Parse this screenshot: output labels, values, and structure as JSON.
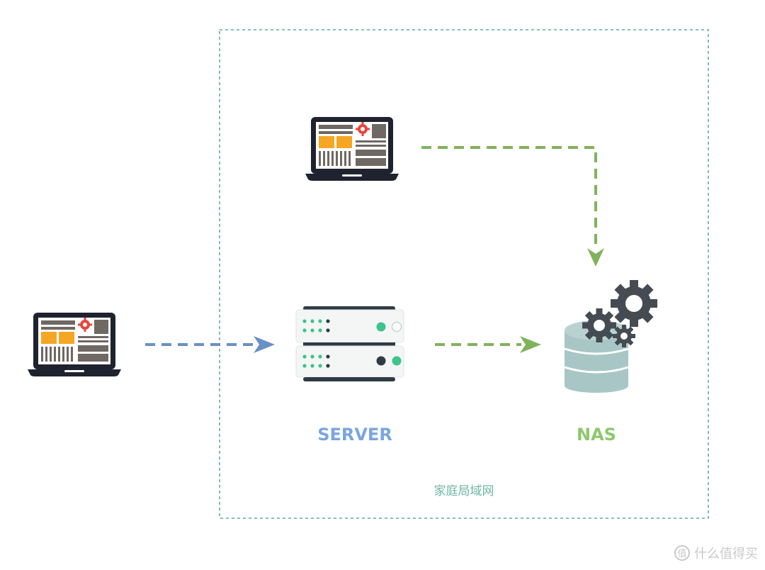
{
  "zone": {
    "label": "家庭局域网"
  },
  "nodes": {
    "server": {
      "label": "SERVER",
      "icon": "server-rack-icon"
    },
    "nas": {
      "label": "NAS",
      "icon": "database-gears-icon"
    },
    "external_client": {
      "icon": "laptop-icon"
    },
    "lan_client": {
      "icon": "laptop-icon"
    }
  },
  "watermark": {
    "text": "什么值得买",
    "icon": "smzdm-logo-icon"
  },
  "colors": {
    "zone_border": "#5fae9a",
    "zone_label": "#6db7a2",
    "server_label": "#7aa6e0",
    "nas_label": "#8ec86d",
    "arrow_blue": "#6b8fc7",
    "arrow_green": "#7fb35a",
    "laptop_frame": "#1f2330",
    "laptop_orange": "#f5a623",
    "laptop_gray": "#6f6863",
    "gear_red": "#e8453c",
    "server_body": "#f3f6f5",
    "server_dark": "#2f3a44",
    "server_led": "#3cc48a",
    "db_body": "#a9c6c6",
    "gear_dark": "#454b52"
  }
}
